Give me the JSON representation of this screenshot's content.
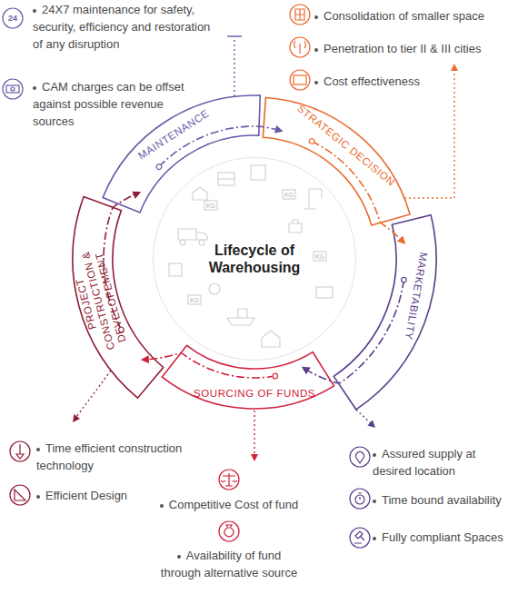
{
  "diagram": {
    "nodes": [
      {
        "text": [
          "Lifecycle of Warehousing"
        ]
      },
      {
        "text": [
          "MAINTENANCE"
        ]
      },
      {
        "text": [
          "STRATEGIC DECISION"
        ]
      },
      {
        "text": [
          "MARKETABILITY"
        ]
      },
      {
        "text": [
          "SOURCING OF FUNDS"
        ]
      },
      {
        "text": [
          "PROJECT CONSTRUCTION & DEVELOPEMENT"
        ]
      }
    ],
    "edges": [
      {
        "from": 1,
        "to": 2,
        "arrow": "to"
      },
      {
        "from": 2,
        "to": 3,
        "arrow": "to"
      },
      {
        "from": 3,
        "to": 4,
        "arrow": "to"
      },
      {
        "from": 4,
        "to": 5,
        "arrow": "to"
      },
      {
        "from": 5,
        "to": 1,
        "arrow": "to"
      }
    ],
    "labels": [
      "24",
      "24X7 maintenance for safety, security, efficiency and restoration of any disruption",
      "CAM charges can be offset against possible revenue sources",
      "Consolidation of smaller space",
      "Penetration to tier II & III cities",
      "Cost effectiveness",
      "KG",
      "KG",
      "KG",
      "KG",
      "Time efficient construction technology",
      "Efficient Design",
      "Competitive Cost of fund",
      "Availability of fund through alternative source",
      "Assured supply at desired location",
      "Time bound availability",
      "Fully compliant Spaces"
    ]
  }
}
